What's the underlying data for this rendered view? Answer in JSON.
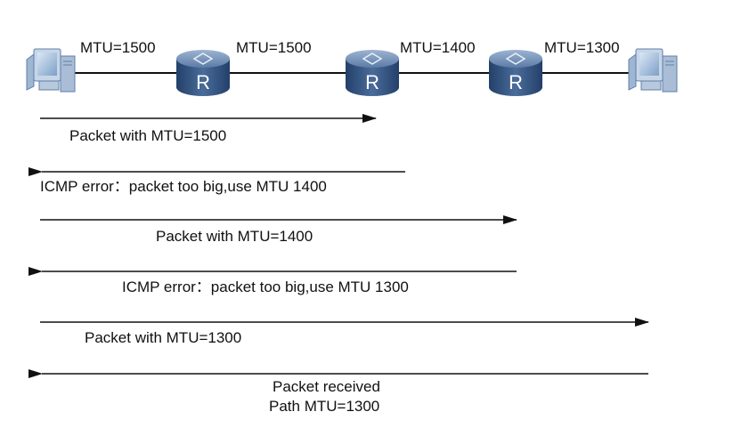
{
  "links": [
    {
      "label": "MTU=1500"
    },
    {
      "label": "MTU=1500"
    },
    {
      "label": "MTU=1400"
    },
    {
      "label": "MTU=1300"
    }
  ],
  "router_label": "R",
  "messages": [
    {
      "text": "Packet with MTU=1500",
      "direction": "right"
    },
    {
      "text": "ICMP error：packet too big,use MTU 1400",
      "direction": "left"
    },
    {
      "text": "Packet with MTU=1400",
      "direction": "right"
    },
    {
      "text": "ICMP error：packet too big,use MTU 1300",
      "direction": "left"
    },
    {
      "text": "Packet with MTU=1300",
      "direction": "right"
    },
    {
      "text_line1": "Packet received",
      "text_line2": "Path MTU=1300",
      "direction": "left"
    }
  ],
  "colors": {
    "router_body": "#2f4f78",
    "router_top": "#6f8cb4",
    "host_screen": "#8fb0d6",
    "line": "#111111"
  }
}
